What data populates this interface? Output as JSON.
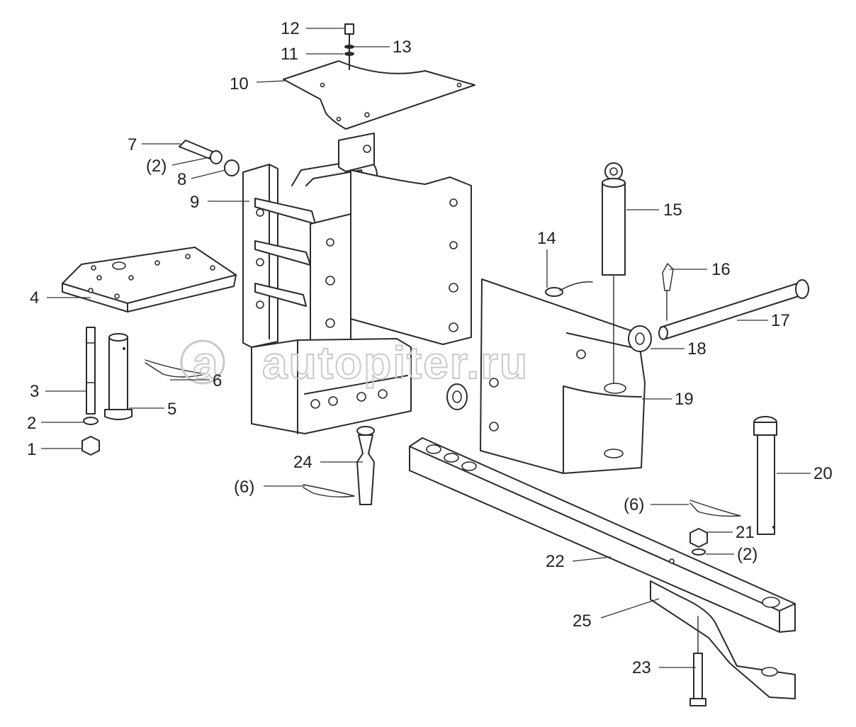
{
  "labels": {
    "p1": "1",
    "p2": "2",
    "p2a": "(2)",
    "p2b": "(2)",
    "p3": "3",
    "p4": "4",
    "p5": "5",
    "p6": "6",
    "p6a": "(6)",
    "p6b": "(6)",
    "p7": "7",
    "p8": "8",
    "p9": "9",
    "p10": "10",
    "p11": "11",
    "p12": "12",
    "p13": "13",
    "p14": "14",
    "p15": "15",
    "p16": "16",
    "p17": "17",
    "p18": "18",
    "p19": "19",
    "p20": "20",
    "p21": "21",
    "p22": "22",
    "p23": "23",
    "p24": "24",
    "p25": "25"
  },
  "watermark": "autopiter.ru",
  "icons": {
    "watermark_logo": "at-sign-logo"
  }
}
